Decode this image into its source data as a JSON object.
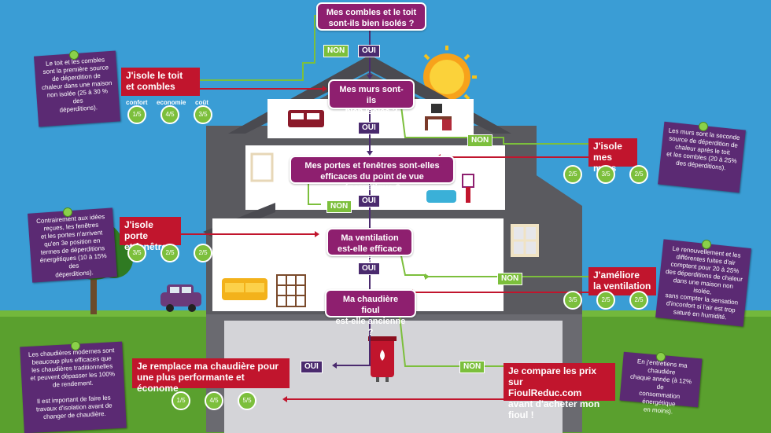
{
  "questions": {
    "q1": "Mes combles et le toit\nsont-ils bien isolés ?",
    "q2": "Mes murs sont-ils\nbien isolés ?",
    "q3": "Mes portes et fenêtres sont-elles\nefficaces du point de vue énergétique ?",
    "q4": "Ma ventilation\nest-elle efficace ?",
    "q5": "Ma chaudière fioul\nest-elle ancienne ?"
  },
  "answers": {
    "yes": "OUI",
    "no": "NON"
  },
  "actions": {
    "roof": "J'isole le toit\net combles",
    "walls": "J'isole\nmes murs",
    "doors": "J'isole porte\net fenêtres",
    "ventilation": "J'améliore\nla ventilation",
    "boiler_replace": "Je remplace ma chaudière pour\nune plus performante et économe",
    "compare": "Je compare les prix sur\nFioulReduc.com\navant d'acheter mon fioul !"
  },
  "notes": {
    "roof": "Le toit et les combles\nsont la première source\nde déperdition de\nchaleur dans une maison\nnon isolée (25 à 30 % des\ndéperditions).",
    "walls": "Les murs sont la seconde\nsource de déperdition de\nchaleur après le toit\net les combles (20 à 25%\ndes déperditions).",
    "doors": "Contrairement aux idées\nreçues, les fenêtres\net les portes n'arrivent\nqu'en 3e position en\ntermes de déperditions\nénergétiques (10 à 15% des\ndéperditions).",
    "ventilation": "Le renouvellement et les\ndifférentes fuites d'air\ncomptent pour 20 à 25%\ndes déperditions de chaleur\ndans une maison non isolée,\nsans compter la sensation\nd'inconfort si l'air est trop\nsaturé en humidité.",
    "boiler": "Les chaudières modernes sont\nbeaucoup plus efficaces que\nles chaudières traditionnelles\net peuvent dépasser les 100%\nde rendement.\n\nIl est important de faire les\ntravaux d'isolation avant de\nchanger de chaudière.",
    "maintenance": "En j'entretiens ma chaudière\nchaque année (à 12% de\nconsommation énergétique\nen moins)."
  },
  "ratings": {
    "roof": {
      "labels": [
        "confort",
        "economie",
        "coût"
      ],
      "values": [
        "1/5",
        "4/5",
        "3/5"
      ]
    },
    "walls": {
      "values": [
        "2/5",
        "3/5",
        "2/5"
      ]
    },
    "doors": {
      "values": [
        "3/5",
        "2/5",
        "2/5"
      ]
    },
    "ventilation": {
      "values": [
        "3/5",
        "2/5",
        "2/5"
      ]
    },
    "boiler": {
      "values": [
        "1/5",
        "4/5",
        "5/5"
      ]
    }
  },
  "colors": {
    "sky": "#3a9dd5",
    "question": "#8e1f6f",
    "action": "#c1152d",
    "note": "#5b2a73",
    "yes": "#4a2a6e",
    "no": "#7cbf3c",
    "house": "#5a5a5f"
  },
  "icons": [
    "sun-icon",
    "tree-icon",
    "car-icon",
    "boiler-tank-icon",
    "bed-icon",
    "desk-icon",
    "bathtub-icon",
    "sofa-icon",
    "shelf-icon",
    "pushpin-icon",
    "leaf-icon",
    "piggy-bank-icon",
    "coins-icon"
  ]
}
